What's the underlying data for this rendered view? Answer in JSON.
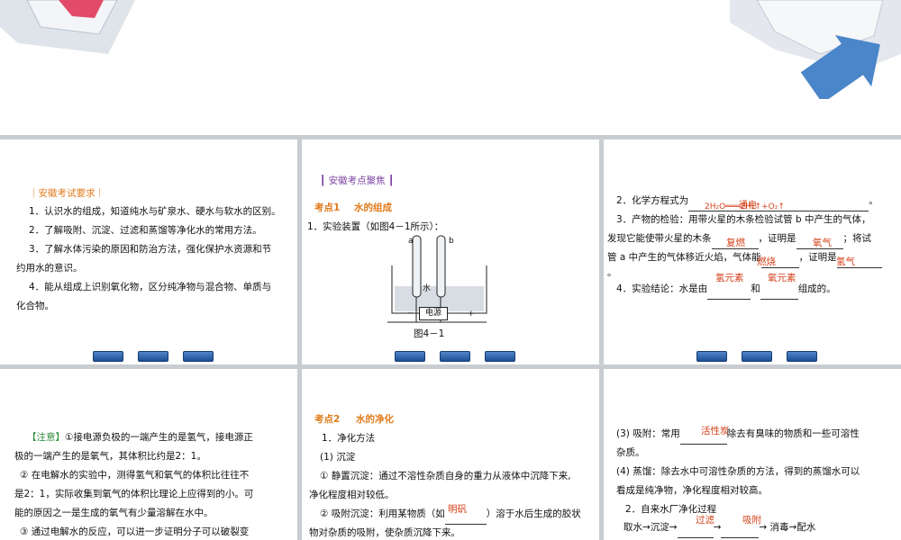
{
  "slide1": {
    "header": "｜安徽考试要求｜",
    "lines": [
      "1．认识水的组成，知道纯水与矿泉水、硬水与软水的区别。",
      "2．了解吸附、沉淀、过滤和蒸馏等净化水的常用方法。",
      "3．了解水体污染的原因和防治方法，强化保护水资源和节",
      "约用水的意识。",
      "4．能从组成上识别氧化物，区分纯净物与混合物、单质与",
      "化合物。"
    ]
  },
  "slide2": {
    "header": "┃ 安徽考点聚焦 ┃",
    "kp_label": "考点1",
    "kp_title": "水的组成",
    "line1": "1．实验装置（如图4－1所示）：",
    "label_a": "a",
    "label_b": "b",
    "water_label": "水",
    "minus": "－",
    "power": "电源",
    "plus": "+",
    "caption": "图4－1"
  },
  "slide3": {
    "l2a": "2．化学方程式为",
    "l2_end": "。",
    "ans_cond": "通电",
    "ans_eq": "2H₂O═══2H₂↑+O₂↑",
    "l3a": "3．产物的检验：用带火星的木条检验试管 b 中产生的气体，",
    "l3b_1": "发现它能使带火星的木条",
    "l3b_2": "，证明是",
    "l3b_3": "；将试",
    "ans_fuhuo": "复燃",
    "ans_o2": "氧气",
    "l3c_1": "管 a 中产生的气体移近火焰，气体能",
    "l3c_2": "，证明是",
    "ans_ranshao": "燃烧",
    "ans_h2": "氢气",
    "l3d": "。",
    "l4_1": "4．实验结论：水是由",
    "l4_2": "和",
    "l4_3": "组成的。",
    "ans_qing": "氢元素",
    "ans_yang": "氧元素"
  },
  "slide4": {
    "note_label": "【注意】",
    "lines": [
      "①接电源负极的一端产生的是氢气，接电源正",
      "极的一端产生的是氧气，其体积比约是2：1。",
      "② 在电解水的实验中，测得氢气和氧气的体积比往往不",
      "是2：1，实际收集到氧气的体积比理论上应得到的小。可",
      "能的原因之一是生成的氧气有少量溶解在水中。",
      "③ 通过电解水的反应，可以进一步证明分子可以破裂变"
    ]
  },
  "slide5": {
    "kp_label": "考点2",
    "kp_title": "水的净化",
    "lines": [
      "1．净化方法",
      "(1) 沉淀",
      "① 静置沉淀：通过不溶性杂质自身的重力从液体中沉降下来,",
      "净化程度相对较低。"
    ],
    "l5_1": "② 吸附沉淀：利用某物质（如",
    "l5_2": "）溶于水后生成的胶状",
    "ans_mingfan": "明矾",
    "l6": "物对杂质的吸附，使杂质沉降下来。"
  },
  "slide6": {
    "l1_1": "(3) 吸附：常用",
    "l1_2": "除去有臭味的物质和一些可溶性",
    "ans_huoxingtan": "活性炭",
    "l2": "杂质。",
    "l3": "(4) 蒸馏：除去水中可溶性杂质的方法，得到的蒸馏水可以",
    "l4": "看成是纯净物，净化程度相对较高。",
    "l5": "2．自来水厂净化过程",
    "l6_1": "取水→沉淀→",
    "l6_2": "→",
    "l6_3": "→ 消毒→配水",
    "ans_guolv": "过滤",
    "ans_xifu": "吸附"
  }
}
